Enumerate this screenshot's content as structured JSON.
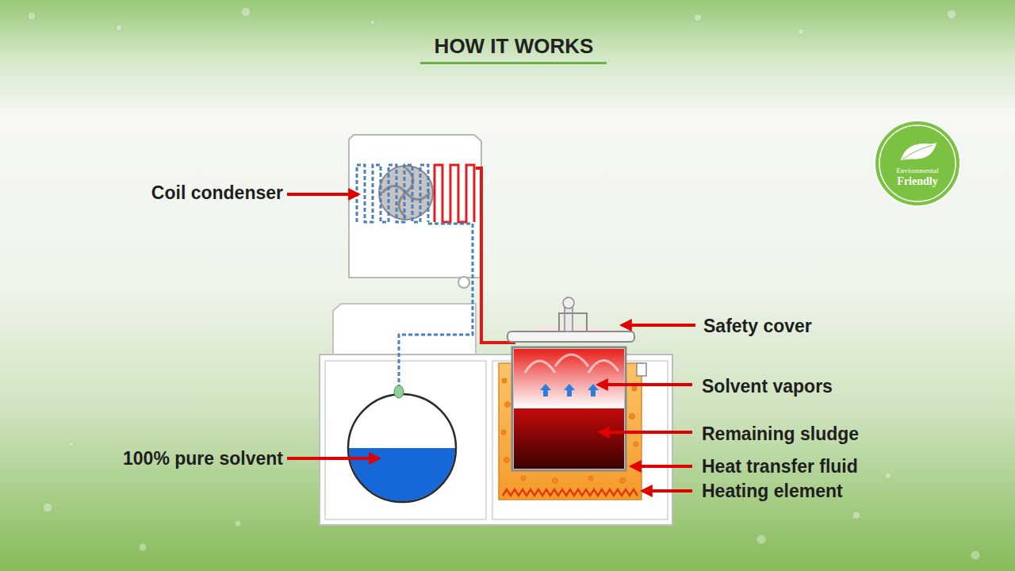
{
  "diagram": {
    "title": "HOW IT WORKS",
    "nodes": [
      {
        "text": [
          "Environmental",
          "Friendly"
        ]
      }
    ],
    "labels": [
      "Coil condenser",
      "Safety cover",
      "Solvent vapors",
      "Remaining sludge",
      "100% pure solvent",
      "Heat transfer fluid",
      "Heating element"
    ]
  }
}
